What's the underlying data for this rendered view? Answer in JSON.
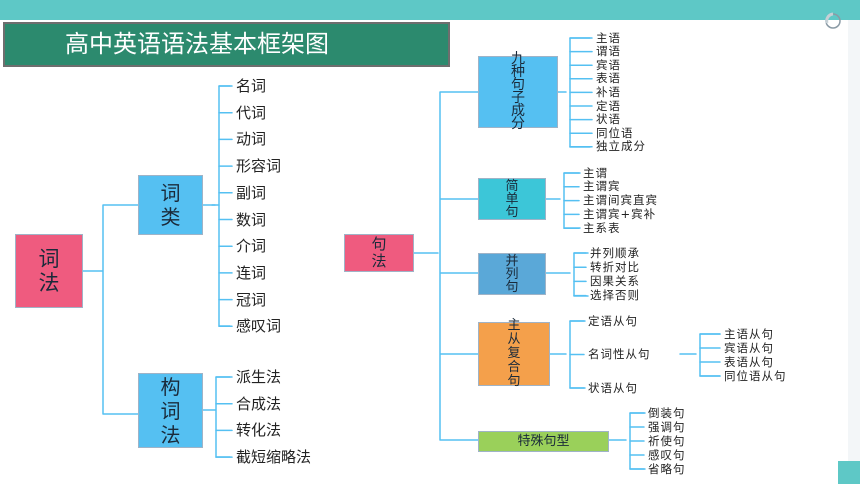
{
  "title": "高中英语语法基本框架图",
  "colors": {
    "header": "#5ec8c6",
    "title_bg": "#2c8a6e",
    "pink": "#ef5b7f",
    "blue": "#55c0f2",
    "line": "#55c0f2"
  },
  "ci": {
    "root": "词法",
    "cilei": {
      "label": "词类",
      "items": [
        "名词",
        "代词",
        "动词",
        "形容词",
        "副词",
        "数词",
        "介词",
        "连词",
        "冠词",
        "感叹词"
      ]
    },
    "gouci": {
      "label": "构词法",
      "items": [
        "派生法",
        "合成法",
        "转化法",
        "截短缩略法"
      ]
    }
  },
  "ju": {
    "root": "句法",
    "jiuzhong": {
      "label": "九种句子成分",
      "items": [
        "主语",
        "谓语",
        "宾语",
        "表语",
        "补语",
        "定语",
        "状语",
        "同位语",
        "独立成分"
      ]
    },
    "jiandan": {
      "label": "简单句",
      "items": [
        "主谓",
        "主谓宾",
        "主谓间宾直宾",
        "主谓宾+宾补",
        "主系表"
      ]
    },
    "binglie": {
      "label": "并列句",
      "items": [
        "并列顺承",
        "转折对比",
        "因果关系",
        "选择否则"
      ]
    },
    "zhucong": {
      "label": "主从复合句",
      "items": [
        "定语从句",
        "名词性从句",
        "状语从句"
      ],
      "mingci": [
        "主语从句",
        "宾语从句",
        "表语从句",
        "同位语从句"
      ]
    },
    "teshu": {
      "label": "特殊句型",
      "items": [
        "倒装句",
        "强调句",
        "祈使句",
        "感叹句",
        "省略句"
      ]
    }
  }
}
